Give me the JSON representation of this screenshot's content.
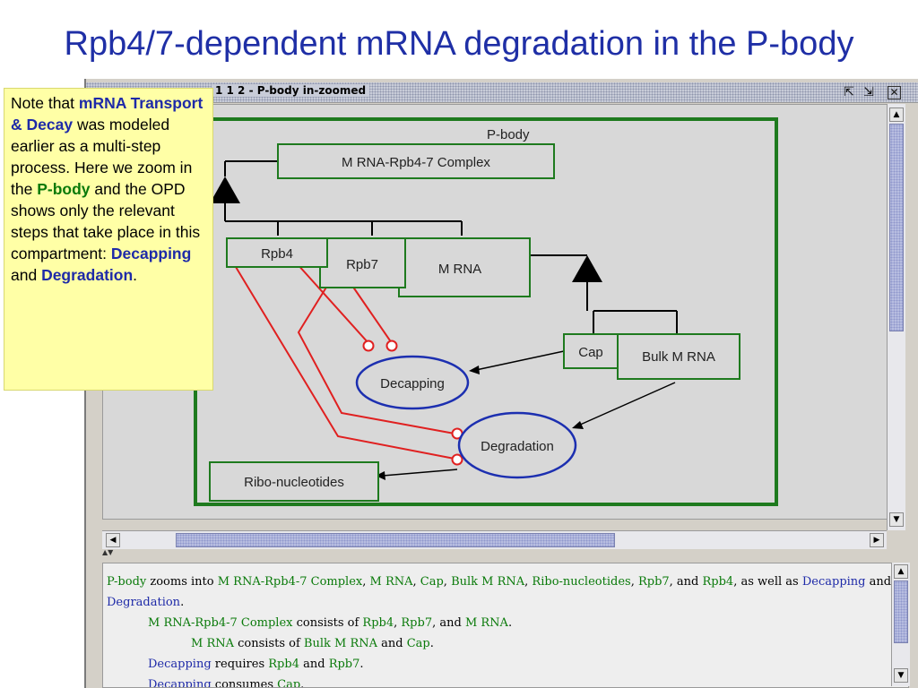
{
  "slide": {
    "title": "Rpb4/7-dependent mRNA degradation in the P-body"
  },
  "window": {
    "title": "1 1 2 - P-body in-zoomed",
    "buttons": [
      "restore-icon",
      "maximize-icon",
      "close-icon"
    ]
  },
  "note": {
    "part1": "Note that ",
    "highlight1": "mRNA Transport & Decay",
    "part2": " was modeled earlier as a multi-step process. Here we zoom in the ",
    "highlight2": "P-body",
    "part3": " and the OPD shows only the relevant steps that take place in this compartment: ",
    "highlight3": "Decapping",
    "part4": " and ",
    "highlight4": "Degradation",
    "part5": "."
  },
  "diagram": {
    "container_label": "P-body",
    "complex_label": "M RNA-Rpb4-7 Complex",
    "rpb4_label": "Rpb4",
    "rpb7_label": "Rpb7",
    "mrna_label": "M RNA",
    "cap_label": "Cap",
    "bulk_label": "Bulk M RNA",
    "decapping_label": "Decapping",
    "degradation_label": "Degradation",
    "ribo_label": "Ribo-nucleotides",
    "object_color": "#1e7a1e",
    "process_color": "#1c2fb0",
    "agent_link_color": "#e02020"
  },
  "opl": {
    "line1": {
      "a": "P-body",
      "b": " zooms into ",
      "c": "M RNA-Rpb4-7 Complex",
      "d": ", ",
      "e": "M RNA",
      "f": ", ",
      "g": "Cap",
      "h": ", ",
      "i": "Bulk M RNA",
      "j": ", ",
      "k": "Ribo-nucleotides",
      "l": ", ",
      "m": "Rpb7",
      "n": ", and ",
      "o": "Rpb4",
      "p": ", as well as ",
      "q": "Decapping",
      "r": " and"
    },
    "line2": {
      "a": "Degradation",
      "b": "."
    },
    "line3": {
      "a": "M RNA-Rpb4-7 Complex",
      "b": " consists of ",
      "c": "Rpb4",
      "d": ", ",
      "e": "Rpb7",
      "f": ", and ",
      "g": "M RNA",
      "h": "."
    },
    "line4": {
      "a": "M RNA",
      "b": " consists of ",
      "c": "Bulk M RNA",
      "d": " and ",
      "e": "Cap",
      "f": "."
    },
    "line5": {
      "a": "Decapping",
      "b": " requires ",
      "c": "Rpb4",
      "d": " and ",
      "e": "Rpb7",
      "f": "."
    },
    "line6": {
      "a": "Decapping",
      "b": " consumes ",
      "c": "Cap",
      "d": "."
    }
  }
}
